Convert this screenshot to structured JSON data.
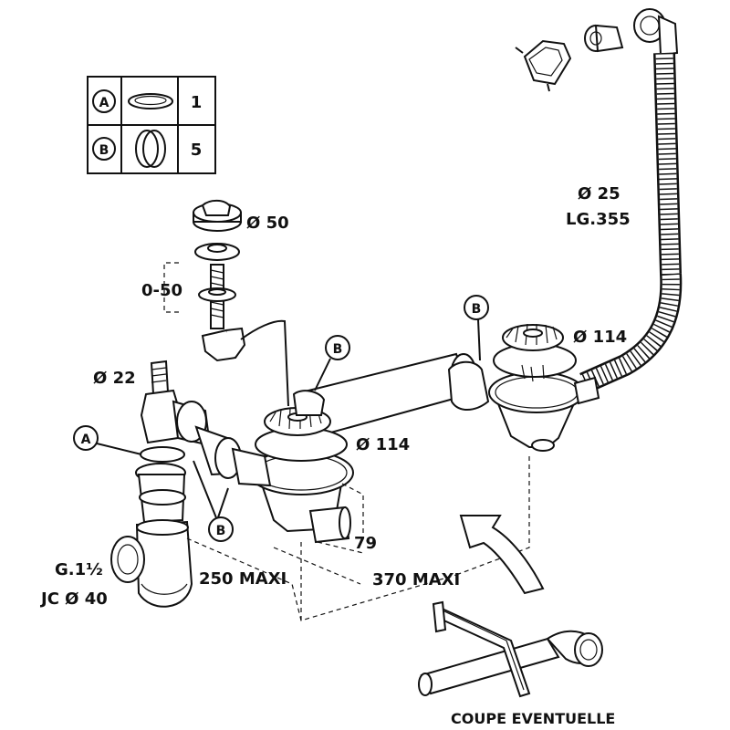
{
  "legend_table": {
    "rows": [
      {
        "letter": "A",
        "part": "flat-washer",
        "qty": "1"
      },
      {
        "letter": "B",
        "part": "cone-seal",
        "qty": "5"
      }
    ]
  },
  "labels": {
    "callout_b": "B",
    "callout_a": "A",
    "overflow_cap_dia": "Ø 50",
    "thickness_range": "0-50",
    "side_inlet_dia": "Ø 22",
    "strainer_right_dia": "Ø 114",
    "strainer_left_dia": "Ø 114",
    "hose_dia": "Ø 25",
    "hose_length": "LG.355",
    "height_79": "79",
    "trap_thread": "G.1½",
    "trap_outlet": "JC Ø 40",
    "max_250": "250 MAXI",
    "max_370": "370 MAXI",
    "cut_note": "COUPE EVENTUELLE"
  },
  "icons": {
    "legend_a": "flat-washer-icon",
    "legend_b": "cone-seal-icon"
  }
}
